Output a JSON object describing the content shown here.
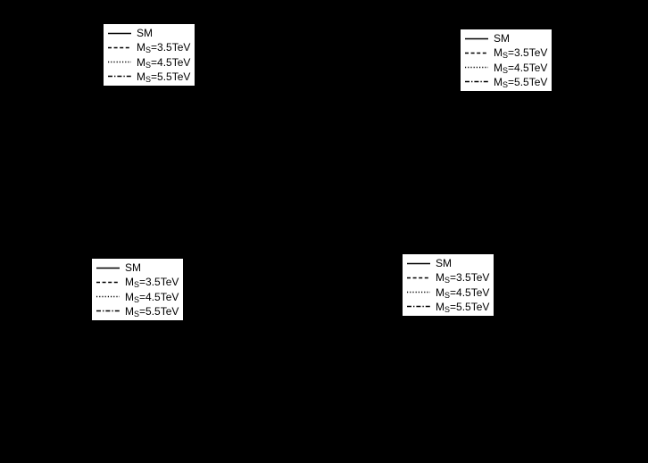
{
  "figure": {
    "background_color": "#000000",
    "legend_background": "#ffffff",
    "legend_border_color": "#000000",
    "line_color": "#000000",
    "legends": [
      {
        "panel": "top-left",
        "entries": [
          {
            "style": "solid",
            "main": "SM",
            "sub": "",
            "rest": ""
          },
          {
            "style": "dashed",
            "main": "M",
            "sub": "S",
            "rest": "=3.5TeV"
          },
          {
            "style": "dotted",
            "main": "M",
            "sub": "S",
            "rest": "=4.5TeV"
          },
          {
            "style": "dash-dot",
            "main": "M",
            "sub": "S",
            "rest": "=5.5TeV"
          }
        ]
      },
      {
        "panel": "top-right",
        "entries": [
          {
            "style": "solid",
            "main": "SM",
            "sub": "",
            "rest": ""
          },
          {
            "style": "dashed",
            "main": "M",
            "sub": "S",
            "rest": "=3.5TeV"
          },
          {
            "style": "dotted",
            "main": "M",
            "sub": "S",
            "rest": "=4.5TeV"
          },
          {
            "style": "dash-dot",
            "main": "M",
            "sub": "S",
            "rest": "=5.5TeV"
          }
        ]
      },
      {
        "panel": "bottom-left",
        "entries": [
          {
            "style": "solid",
            "main": "SM",
            "sub": "",
            "rest": ""
          },
          {
            "style": "dashed",
            "main": "M",
            "sub": "S",
            "rest": "=3.5TeV"
          },
          {
            "style": "dotted",
            "main": "M",
            "sub": "S",
            "rest": "=4.5TeV"
          },
          {
            "style": "dash-dot",
            "main": "M",
            "sub": "S",
            "rest": "=5.5TeV"
          }
        ]
      },
      {
        "panel": "bottom-right",
        "entries": [
          {
            "style": "solid",
            "main": "SM",
            "sub": "",
            "rest": ""
          },
          {
            "style": "dashed",
            "main": "M",
            "sub": "S",
            "rest": "=3.5TeV"
          },
          {
            "style": "dotted",
            "main": "M",
            "sub": "S",
            "rest": "=4.5TeV"
          },
          {
            "style": "dash-dot",
            "main": "M",
            "sub": "S",
            "rest": "=5.5TeV"
          }
        ]
      }
    ]
  },
  "chart_data": [
    {
      "type": "line",
      "panel": "top-left",
      "legend_entries": [
        "SM",
        "M_S=3.5TeV",
        "M_S=4.5TeV",
        "M_S=5.5TeV"
      ],
      "line_styles": [
        "solid",
        "dashed",
        "dotted",
        "dash-dot"
      ],
      "series": [],
      "note": "Only the legend box is visible; axes, tick labels and curves are not visible against the black background."
    },
    {
      "type": "line",
      "panel": "top-right",
      "legend_entries": [
        "SM",
        "M_S=3.5TeV",
        "M_S=4.5TeV",
        "M_S=5.5TeV"
      ],
      "line_styles": [
        "solid",
        "dashed",
        "dotted",
        "dash-dot"
      ],
      "series": [],
      "note": "Only the legend box is visible; axes, tick labels and curves are not visible against the black background."
    },
    {
      "type": "line",
      "panel": "bottom-left",
      "legend_entries": [
        "SM",
        "M_S=3.5TeV",
        "M_S=4.5TeV",
        "M_S=5.5TeV"
      ],
      "line_styles": [
        "solid",
        "dashed",
        "dotted",
        "dash-dot"
      ],
      "series": [],
      "note": "Only the legend box is visible; axes, tick labels and curves are not visible against the black background."
    },
    {
      "type": "line",
      "panel": "bottom-right",
      "legend_entries": [
        "SM",
        "M_S=3.5TeV",
        "M_S=4.5TeV",
        "M_S=5.5TeV"
      ],
      "line_styles": [
        "solid",
        "dashed",
        "dotted",
        "dash-dot"
      ],
      "series": [],
      "note": "Only the legend box is visible; axes, tick labels and curves are not visible against the black background."
    }
  ]
}
